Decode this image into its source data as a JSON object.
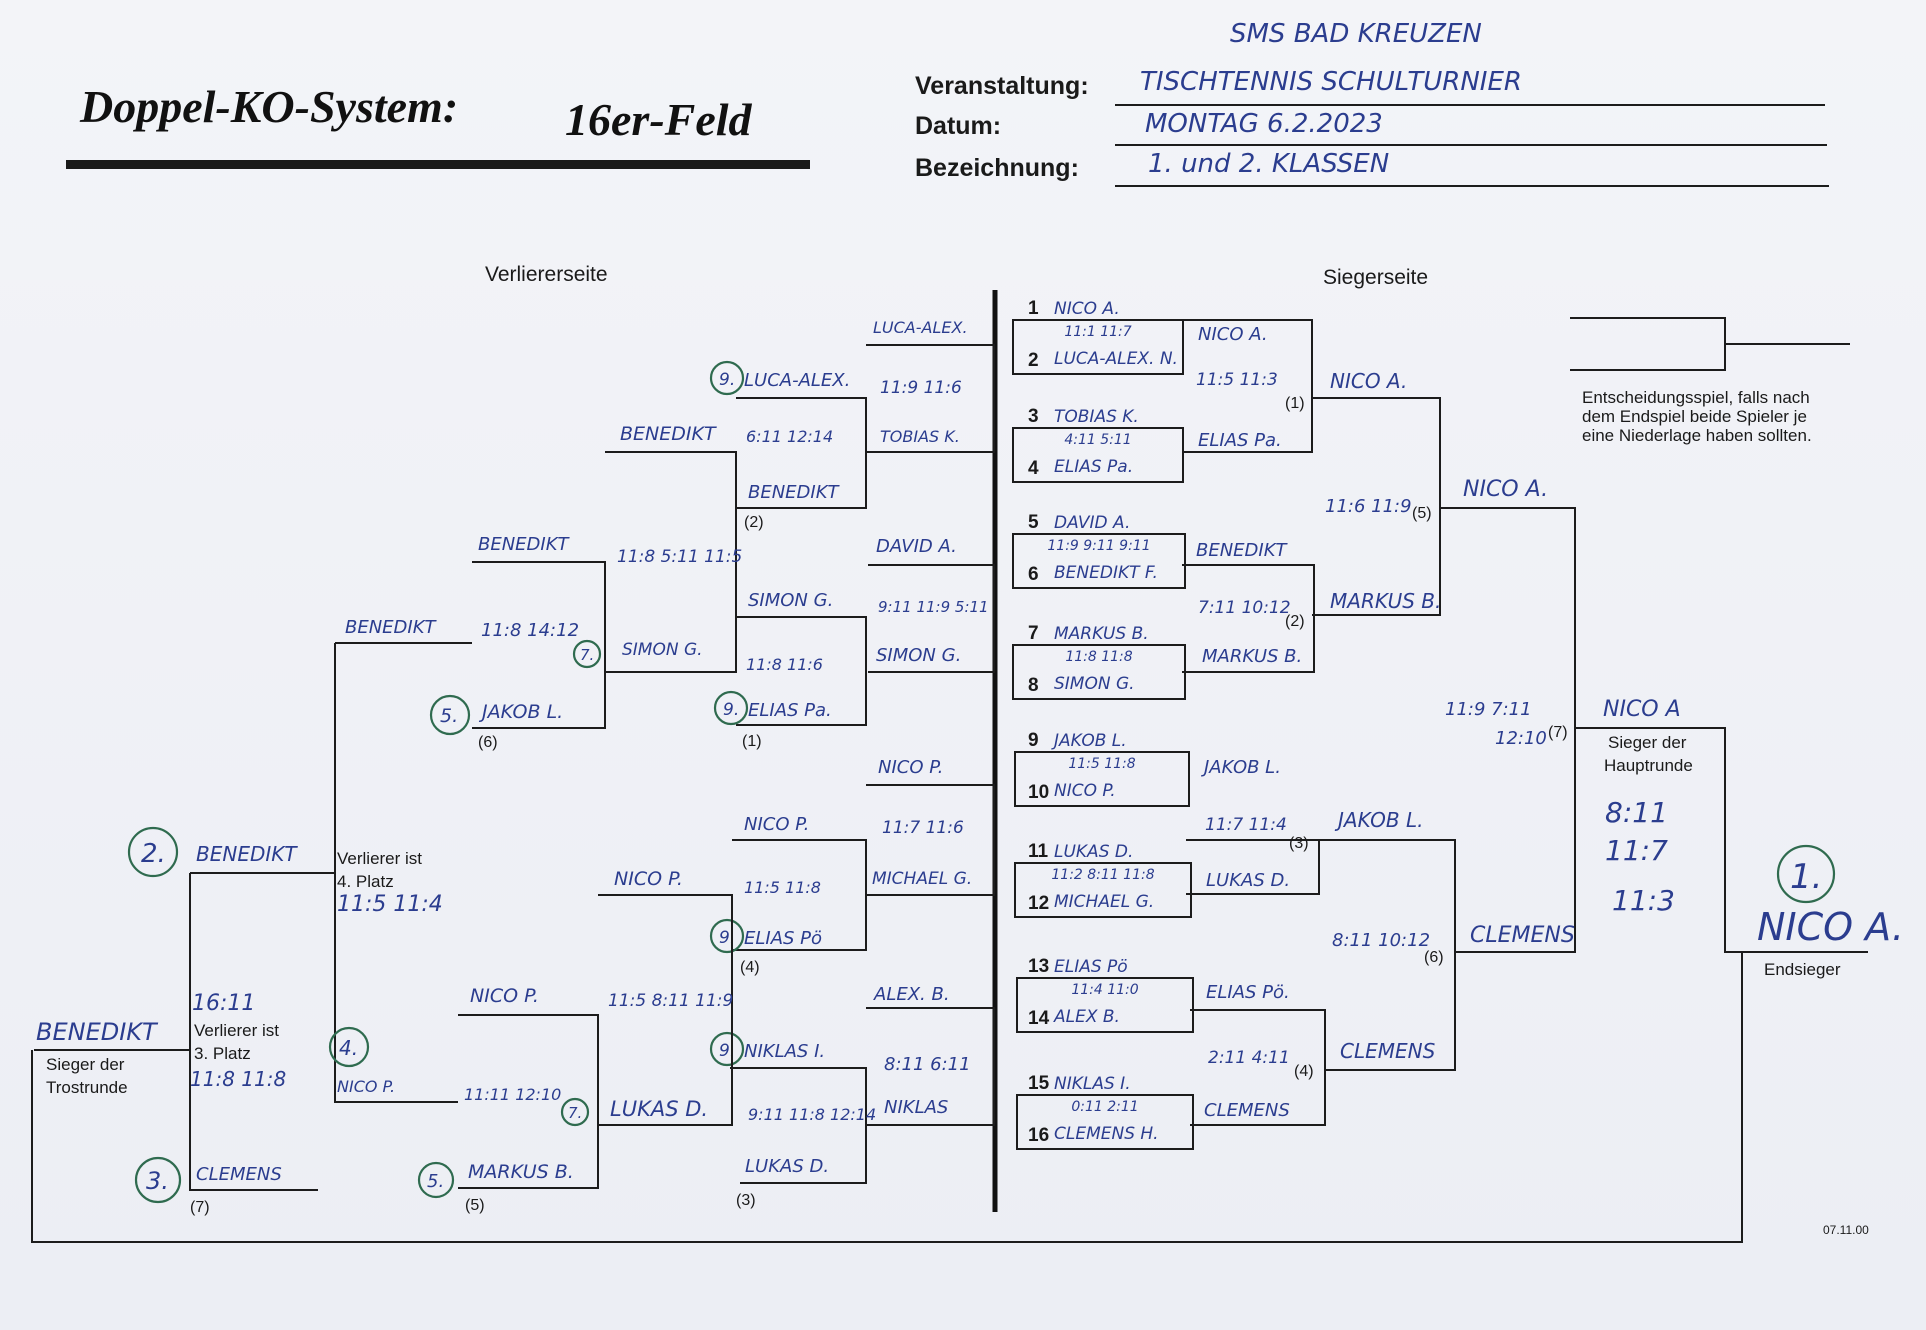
{
  "header": {
    "title_left": "Doppel-KO-System:",
    "title_right": "16er-Feld",
    "school": "SMS BAD KREUZEN",
    "event_label": "Veranstaltung:",
    "event_value": "TISCHTENNIS SCHULTURNIER",
    "date_label": "Datum:",
    "date_value": "MONTAG 6.2.2023",
    "desc_label": "Bezeichnung:",
    "desc_value": "1. und 2. KLASSEN"
  },
  "sections": {
    "loser_side": "Verliererseite",
    "winner_side": "Siegerseite",
    "decider_note_1": "Entscheidungsspiel, falls nach",
    "decider_note_2": "dem Endspiel beide Spieler je",
    "decider_note_3": "eine Niederlage haben sollten.",
    "main_winner_1": "Sieger der",
    "main_winner_2": "Hauptrunde",
    "consolation_winner_1": "Sieger der",
    "consolation_winner_2": "Trostrunde",
    "fourth_1": "Verlierer ist",
    "fourth_2": "4. Platz",
    "third_1": "Verlierer ist",
    "third_2": "3. Platz",
    "final_winner": "Endsieger",
    "form_code": "07.11.00"
  },
  "players": [
    {
      "num": "1",
      "name": "NICO A."
    },
    {
      "num": "2",
      "name": "LUCA-ALEX. N."
    },
    {
      "num": "3",
      "name": "TOBIAS K."
    },
    {
      "num": "4",
      "name": "ELIAS Pa."
    },
    {
      "num": "5",
      "name": "DAVID A."
    },
    {
      "num": "6",
      "name": "BENEDIKT F."
    },
    {
      "num": "7",
      "name": "MARKUS B."
    },
    {
      "num": "8",
      "name": "SIMON G."
    },
    {
      "num": "9",
      "name": "JAKOB L."
    },
    {
      "num": "10",
      "name": "NICO P."
    },
    {
      "num": "11",
      "name": "LUKAS D."
    },
    {
      "num": "12",
      "name": "MICHAEL G."
    },
    {
      "num": "13",
      "name": "ELIAS Pö"
    },
    {
      "num": "14",
      "name": "ALEX B."
    },
    {
      "num": "15",
      "name": "NIKLAS I."
    },
    {
      "num": "16",
      "name": "CLEMENS H."
    }
  ],
  "winners_r1": {
    "scores": [
      "11:1  11:7",
      "4:11  5:11",
      "11:9 9:11 9:11",
      "11:8  11:8",
      "11:5  11:8",
      "11:2 8:11 11:8",
      "11:4  11:0",
      "0:11  2:11"
    ],
    "winners": [
      "NICO A.",
      "ELIAS Pa.",
      "BENEDIKT",
      "MARKUS B.",
      "JAKOB L.",
      "LUKAS D.",
      "ELIAS Pö.",
      "CLEMENS"
    ]
  },
  "winners_r2": {
    "scores": [
      "11:5  11:3",
      "7:11  10:12",
      "11:7  11:4",
      "2:11  4:11"
    ],
    "tags": [
      "(1)",
      "(2)",
      "(3)",
      "(4)"
    ],
    "winners": [
      "NICO A.",
      "MARKUS B.",
      "JAKOB L.",
      "CLEMENS"
    ]
  },
  "winners_r3": {
    "scores": [
      "11:6  11:9",
      "8:11  10:12"
    ],
    "tags": [
      "(5)",
      "(6)"
    ],
    "winners": [
      "NICO A.",
      "CLEMENS"
    ]
  },
  "winners_final": {
    "score_a": "11:9  7:11",
    "score_b": "12:10",
    "tag": "(7)",
    "winner": "NICO A"
  },
  "grand_final": {
    "scores": [
      "8:11",
      "11:7",
      "11:3"
    ],
    "place": "1.",
    "champion": "NICO A."
  },
  "losers_r1": {
    "top": [
      "LUCA-ALEX.",
      "TOBIAS K.",
      "DAVID A.",
      "SIMON G.",
      "NICO P.",
      "MICHAEL G.",
      "ALEX. B.",
      "NIKLAS"
    ],
    "scores": [
      "11:9  11:6",
      "9:11 11:9 5:11",
      "11:7  11:6",
      "8:11  6:11"
    ]
  },
  "losers_r2": {
    "entrants": [
      "LUCA-ALEX.",
      "BENEDIKT",
      "SIMON G.",
      "ELIAS Pa.",
      "NICO P.",
      "ELIAS Pö",
      "NIKLAS I.",
      "LUKAS D."
    ],
    "seeds": [
      "9.",
      "",
      "",
      "9.",
      "",
      "9.",
      "9.",
      ""
    ],
    "scores": [
      "6:11  12:14",
      "11:8  11:6",
      "11:5  11:8",
      "9:11  11:8  12:14"
    ],
    "tags": [
      "(2)",
      "(1)",
      "(4)",
      "(3)"
    ]
  },
  "losers_r3": {
    "entrants": [
      "BENEDIKT",
      "SIMON G.",
      "NICO P.",
      "LUKAS D."
    ],
    "seeds": [
      "",
      "7.",
      "",
      "7."
    ],
    "scores": [
      "11:8  5:11  11:5",
      "11:5  8:11  11:9"
    ]
  },
  "losers_r4": {
    "entrants": [
      "BENEDIKT",
      "JAKOB L.",
      "NICO P.",
      "MARKUS B."
    ],
    "seeds": [
      "",
      "5.",
      "",
      "5."
    ],
    "tags": [
      "",
      "(6)",
      "",
      "(5)"
    ],
    "scores": [
      "11:8  14:12",
      "11:11  12:10"
    ]
  },
  "losers_r5": {
    "entrants": [
      "BENEDIKT",
      "NICO P."
    ],
    "seeds": [
      "",
      "4."
    ],
    "score": "11:5  11:4"
  },
  "losers_r6": {
    "entrants": [
      "BENEDIKT",
      "CLEMENS"
    ],
    "seeds": [
      "2.",
      "3."
    ],
    "tag": "(7)",
    "score_a": "16:11",
    "score_b": "11:8   11:8"
  },
  "consolation_winner": "BENEDIKT"
}
